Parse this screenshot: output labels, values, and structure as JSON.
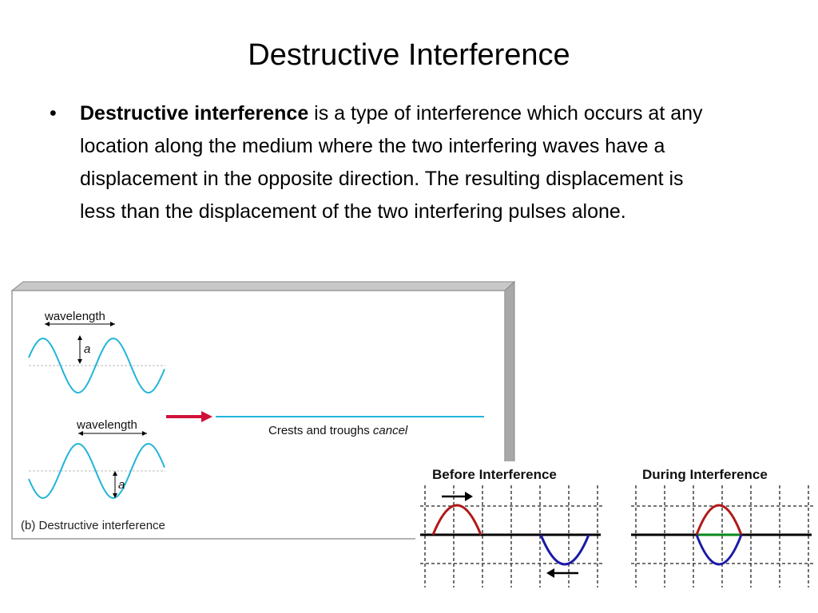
{
  "slide": {
    "title": "Destructive Interference",
    "bullet": {
      "bold_term": "Destructive interference",
      "text": " is a type of interference which occurs at any location along the medium where the two interfering waves have a displacement in the opposite direction. The resulting displacement is less than the displacement of the two interfering pulses alone."
    }
  },
  "figure_left": {
    "wave1_label": "wavelength",
    "wave1_amp": "a",
    "wave2_label": "wavelength",
    "wave2_amp": "a",
    "result_label_plain": "Crests and troughs ",
    "result_label_italic": "cancel",
    "caption": "(b) Destructive interference",
    "colors": {
      "wave": "#22b5d8",
      "arrow": "#d0103a",
      "frame": "#9a9a9a"
    }
  },
  "figure_right": {
    "panel1_title": "Before Interference",
    "panel2_title": "During Interference",
    "colors": {
      "red_pulse": "#b01818",
      "blue_pulse": "#1a1aa8",
      "green_line": "#0a8a1a"
    }
  }
}
